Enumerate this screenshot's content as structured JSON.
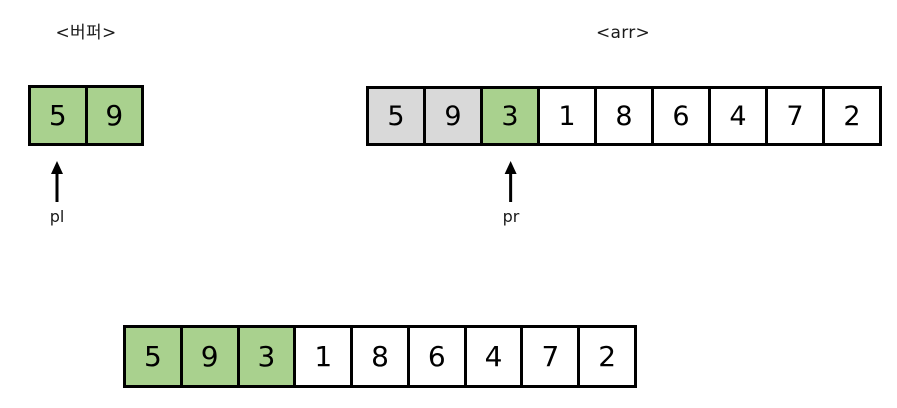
{
  "diagram": {
    "title_buffer": "<버퍼>",
    "title_arr": "<arr>",
    "colors": {
      "green": "#a9d18e",
      "gray": "#d9d9d9",
      "white": "#ffffff",
      "border": "#000000",
      "text": "#000000"
    },
    "buffer_array": {
      "label": "<버퍼>",
      "cells": [
        {
          "value": "5",
          "fill": "green"
        },
        {
          "value": "9",
          "fill": "green"
        }
      ]
    },
    "main_array": {
      "label": "<arr>",
      "cells": [
        {
          "value": "5",
          "fill": "gray"
        },
        {
          "value": "9",
          "fill": "gray"
        },
        {
          "value": "3",
          "fill": "green"
        },
        {
          "value": "1",
          "fill": "white"
        },
        {
          "value": "8",
          "fill": "white"
        },
        {
          "value": "6",
          "fill": "white"
        },
        {
          "value": "4",
          "fill": "white"
        },
        {
          "value": "7",
          "fill": "white"
        },
        {
          "value": "2",
          "fill": "white"
        }
      ]
    },
    "result_array": {
      "cells": [
        {
          "value": "5",
          "fill": "green"
        },
        {
          "value": "9",
          "fill": "green"
        },
        {
          "value": "3",
          "fill": "green"
        },
        {
          "value": "1",
          "fill": "white"
        },
        {
          "value": "8",
          "fill": "white"
        },
        {
          "value": "6",
          "fill": "white"
        },
        {
          "value": "4",
          "fill": "white"
        },
        {
          "value": "7",
          "fill": "white"
        },
        {
          "value": "2",
          "fill": "white"
        }
      ]
    },
    "pointers": [
      {
        "name": "pl",
        "label": "pl",
        "target": "buffer_array",
        "index": 0
      },
      {
        "name": "pr",
        "label": "pr",
        "target": "main_array",
        "index": 2
      }
    ]
  }
}
